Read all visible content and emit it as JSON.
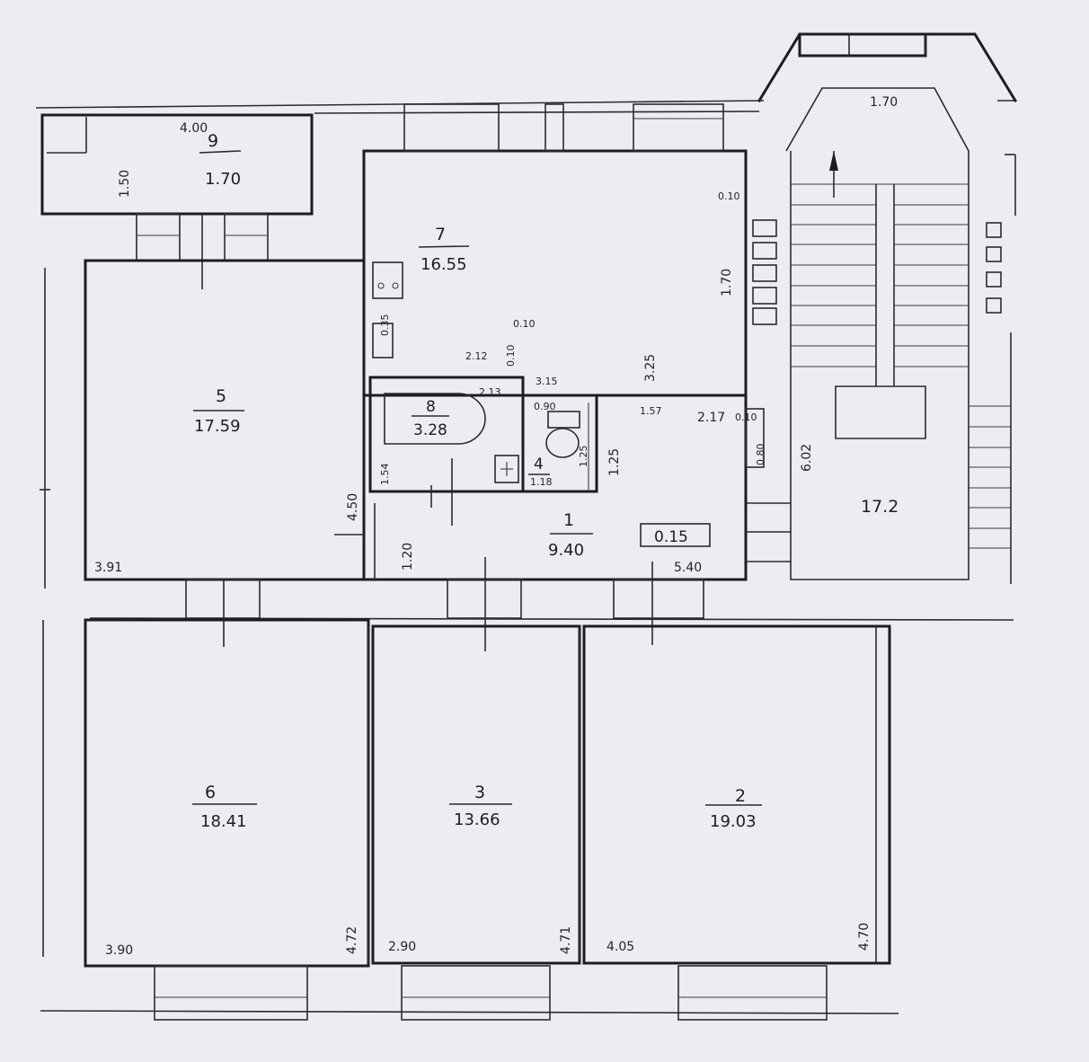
{
  "rooms": [
    {
      "id": "1",
      "number": "1",
      "area": "9.40"
    },
    {
      "id": "2",
      "number": "2",
      "area": "19.03"
    },
    {
      "id": "3",
      "number": "3",
      "area": "13.66"
    },
    {
      "id": "4",
      "number": "4",
      "area": "1.18"
    },
    {
      "id": "5",
      "number": "5",
      "area": "17.59"
    },
    {
      "id": "6",
      "number": "6",
      "area": "18.41"
    },
    {
      "id": "7",
      "number": "7",
      "area": "16.55"
    },
    {
      "id": "8",
      "number": "8",
      "area": "3.28"
    },
    {
      "id": "9",
      "number": "9",
      "area": "1.70"
    }
  ],
  "stair_area": "17.2",
  "hall_mark": "0.15",
  "dimensions": {
    "balcony_length": "4.00",
    "balcony_width": "1.50",
    "room5_width": "3.91",
    "room5_height": "4.50",
    "room6_width": "3.90",
    "room6_height": "4.72",
    "room3_width": "2.90",
    "room3_height": "4.71",
    "room2_width": "4.05",
    "room2_height": "4.70",
    "hall_width": "5.40",
    "hall_gap": "1.20",
    "kitchen_height": "3.25",
    "kitchen_window": "1.70",
    "kitchen_wall": "0.10",
    "stair_top": "1.70",
    "stair_height": "6.02",
    "bath_width": "2.13",
    "bath_height": "1.54",
    "bath_top": "2.12",
    "partition_a": "0.10",
    "partition_b": "0.10",
    "partition_c": "0.10",
    "span_315": "3.15",
    "span_157": "1.57",
    "span_217": "2.17",
    "side_080": "0.80",
    "wc_width": "0.90",
    "wc_height": "1.25",
    "wc_inner": "1.25",
    "hood": "0.35"
  }
}
